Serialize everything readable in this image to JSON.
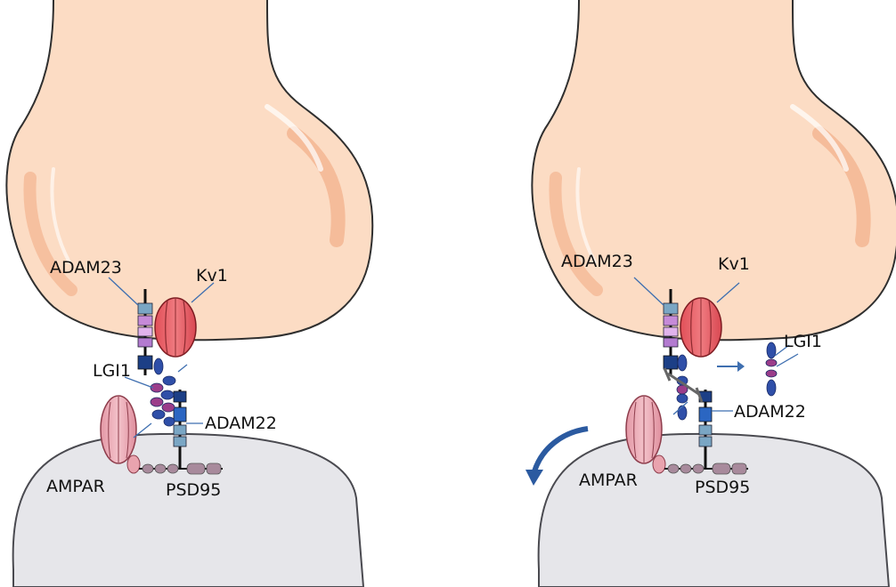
{
  "panels": [
    {
      "labels": {
        "adam23": "ADAM23",
        "kv1": "Kv1",
        "lgi1": "LGI1",
        "adam22": "ADAM22",
        "ampar": "AMPAR",
        "psd95": "PSD95"
      }
    },
    {
      "labels": {
        "adam23": "ADAM23",
        "kv1": "Kv1",
        "lgi1": "LGI1",
        "adam22": "ADAM22",
        "ampar": "AMPAR",
        "psd95": "PSD95"
      }
    }
  ],
  "colors": {
    "presynaptic_fill": "#fcdcc4",
    "presynaptic_shade": "#f4b592",
    "postsynaptic_fill": "#e6e6ea",
    "kv1": "#e45b62",
    "ampar": "#e9a3ae",
    "lgi1": "#2f4fa8",
    "adam_dark": "#1c3f86",
    "adam_light": "#7aa6c4",
    "adam_violet": "#c68ad8",
    "arrow": "#2b5aa0"
  }
}
